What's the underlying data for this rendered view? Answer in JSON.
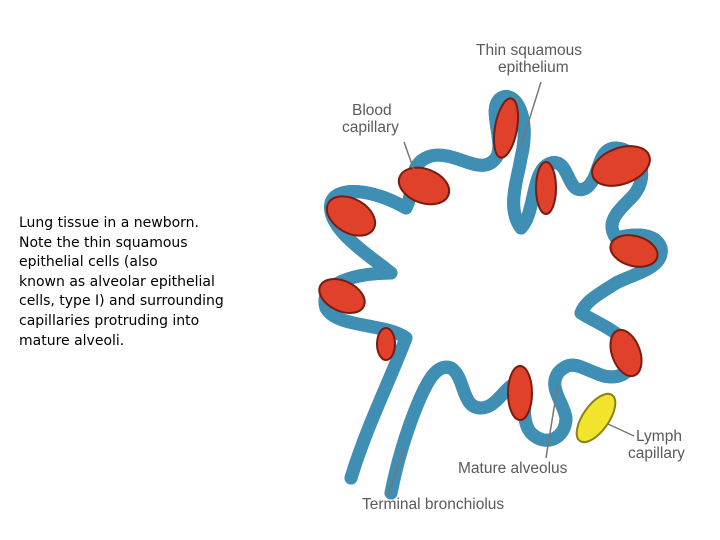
{
  "caption": {
    "lines": [
      "Lung tissue in a newborn.",
      "Note the thin squamous",
      "epithelial cells (also",
      "known as alveolar epithelial",
      "cells, type I) and surrounding",
      "capillaries protruding into",
      "mature alveoli."
    ]
  },
  "diagram": {
    "labels": {
      "thin_squamous": [
        "Thin squamous",
        "epithelium"
      ],
      "blood_capillary": [
        "Blood",
        "capillary"
      ],
      "lymph_capillary": [
        "Lymph",
        "capillary"
      ],
      "mature_alveolus": "Mature alveolus",
      "terminal_bronchiolus": "Terminal bronchiolus"
    },
    "colors": {
      "epithelium": "#8fc9e3",
      "epithelium_outline": "#3f8fb5",
      "blood_capillary": "#e0412a",
      "lymph_capillary": "#f2e42c",
      "leader_line": "#777777"
    }
  }
}
